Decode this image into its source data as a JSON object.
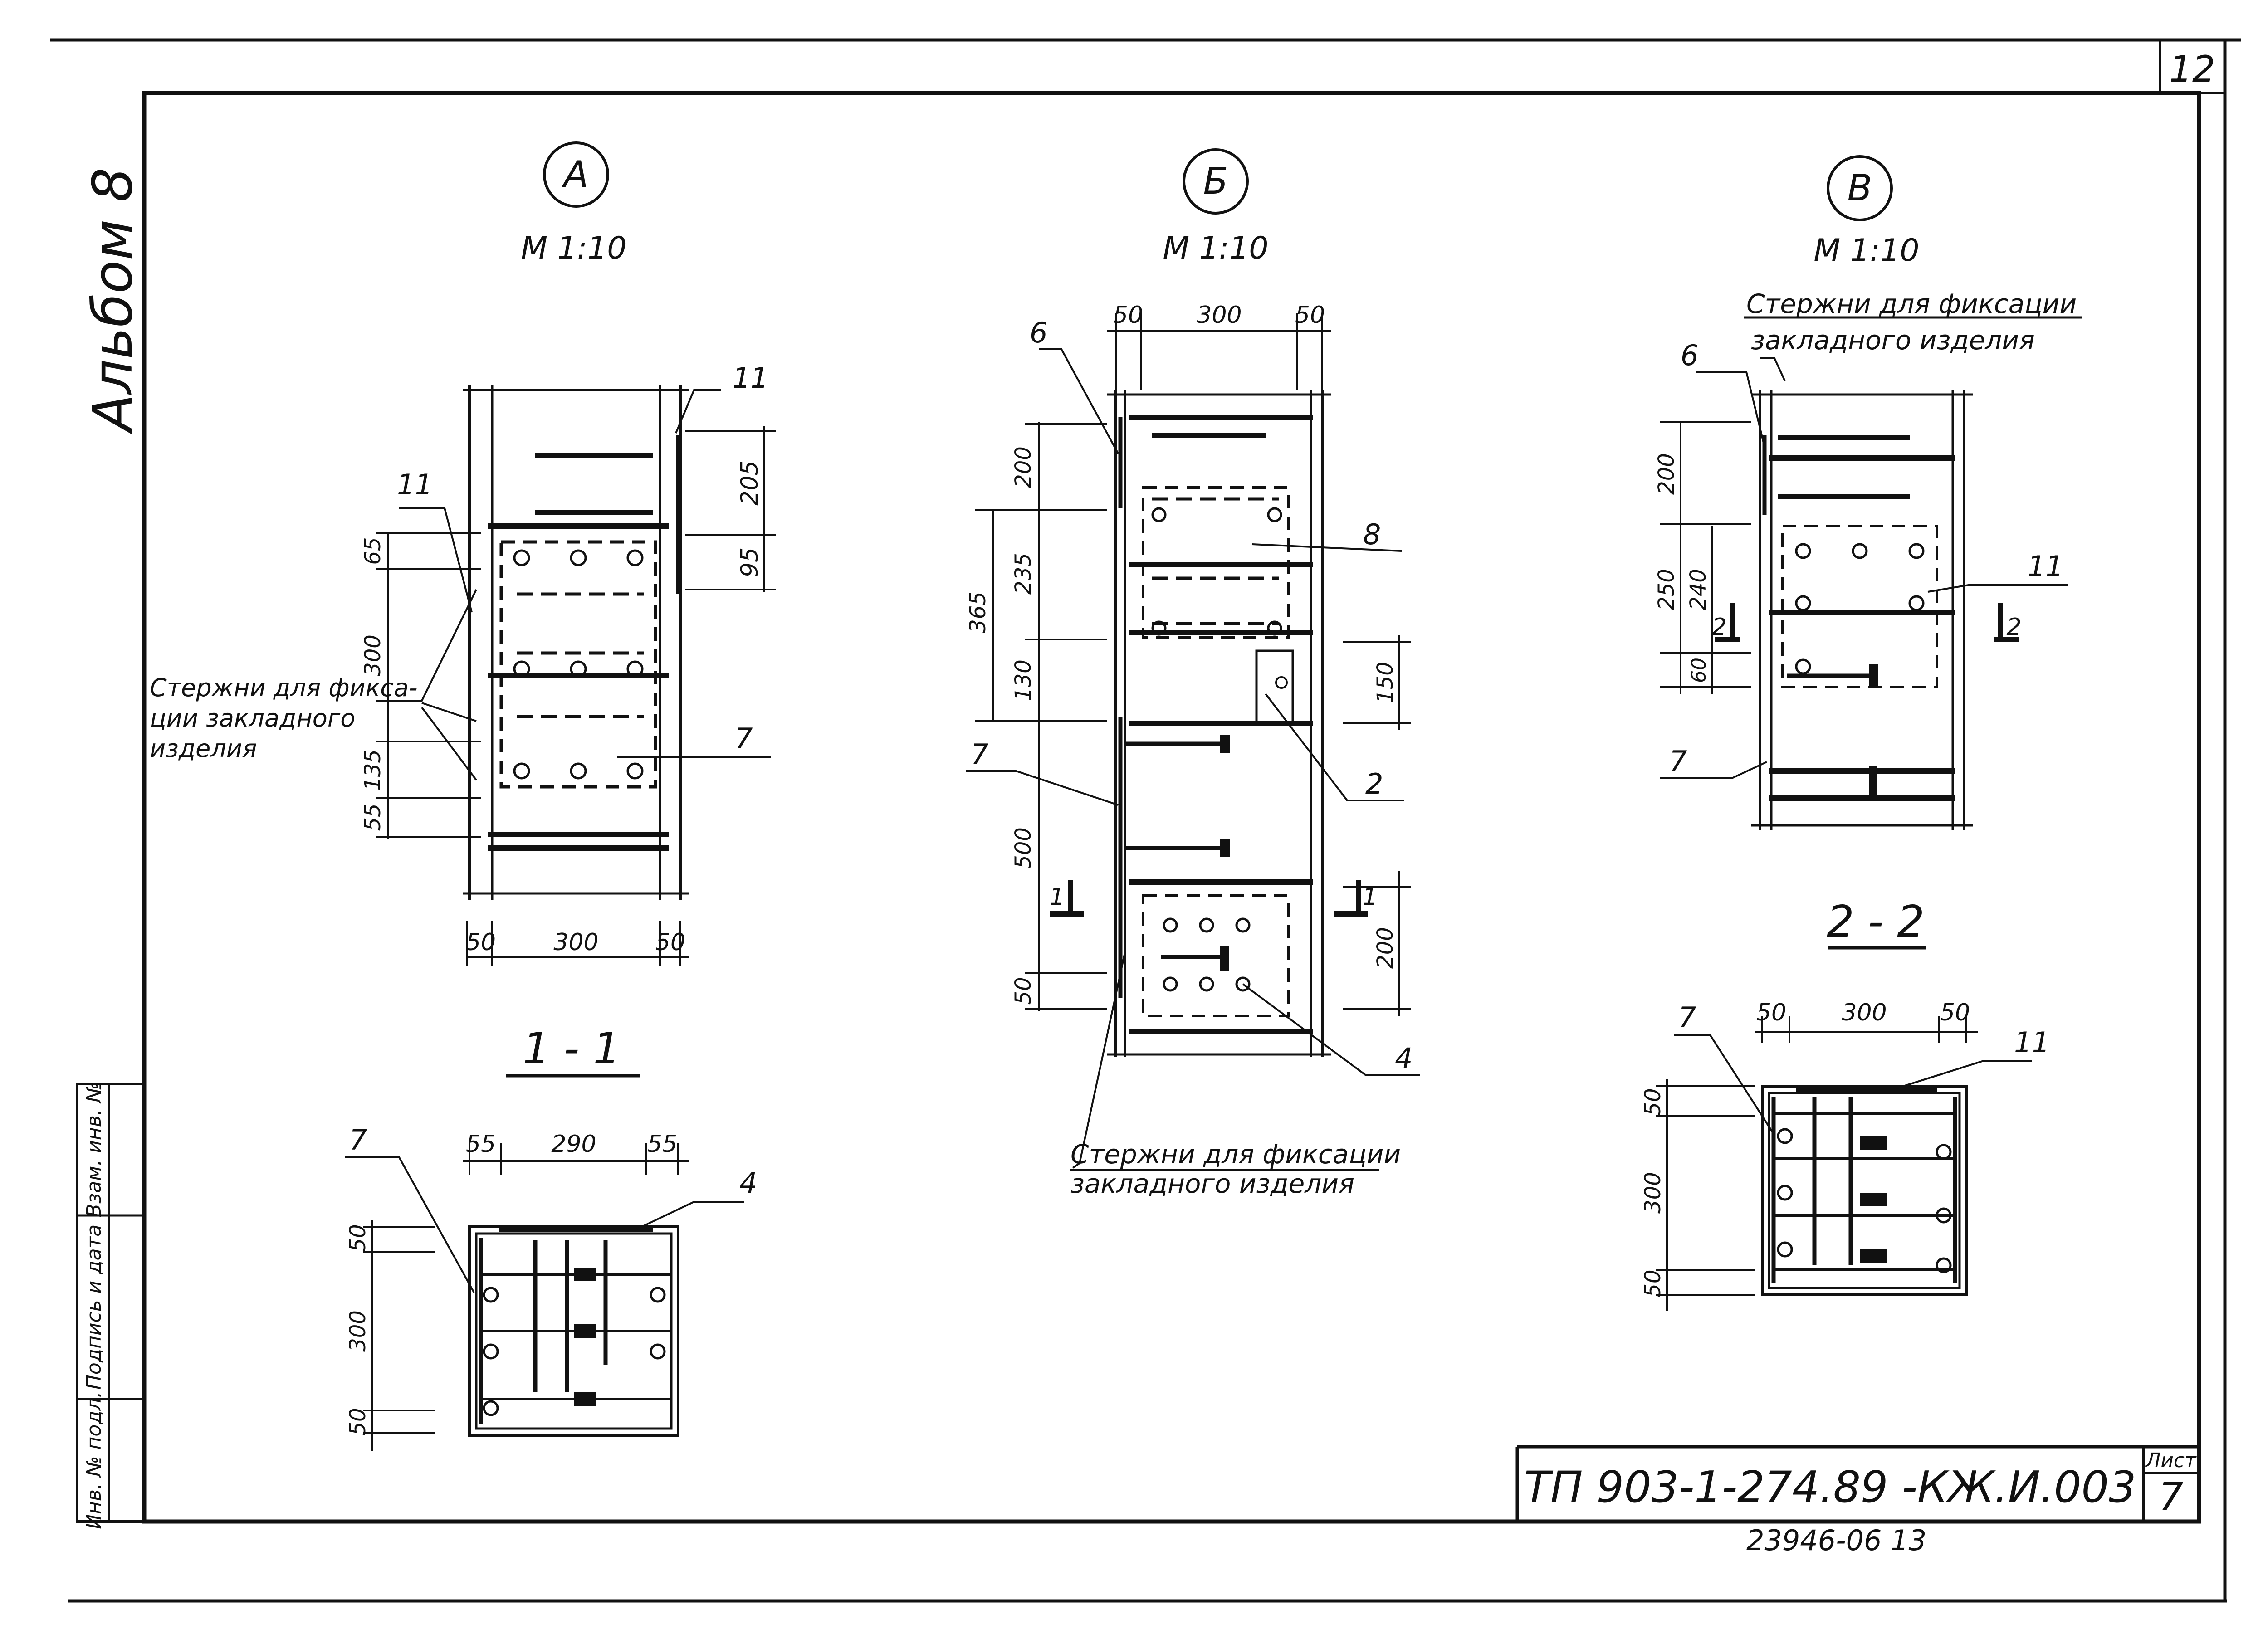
{
  "sheet": {
    "corner_number": "12",
    "album_label": "Альбом 8",
    "document_code": "ТП 903-1-274.89 -КЖ.И.003",
    "sheet_label": "Лист",
    "sheet_number": "7",
    "archive_number": "23946-06   13",
    "side_stamp": [
      "Инв. № подл.",
      "Подпись и дата",
      "Взам. инв. №"
    ]
  },
  "views": {
    "A": {
      "marker": "А",
      "scale": "М 1:10",
      "left_note": [
        "Стержни для фикса-",
        "ции закладного",
        "изделия"
      ],
      "top_dims": [
        "50",
        "300",
        "50"
      ],
      "right_dims": [
        "205",
        "95"
      ],
      "left_dims": [
        "65",
        "300",
        "135",
        "55"
      ],
      "leaders": [
        "11",
        "11",
        "7"
      ]
    },
    "B": {
      "marker": "Б",
      "scale": "М 1:10",
      "bottom_note": [
        "Стержни для фиксации",
        "закладного  изделия"
      ],
      "top_dims": [
        "50",
        "300",
        "50"
      ],
      "left_dims": [
        "200",
        "365",
        "235",
        "130",
        "500",
        "50"
      ],
      "right_dims": [
        "150",
        "200"
      ],
      "leaders": [
        "6",
        "8",
        "2",
        "7",
        "4"
      ],
      "cut_marks": [
        "1",
        "1"
      ]
    },
    "V": {
      "marker": "В",
      "scale": "М 1:10",
      "top_note": [
        "Стержни для фиксации",
        "закладного  изделия"
      ],
      "left_dims": [
        "200",
        "250",
        "240",
        "60"
      ],
      "leaders": [
        "6",
        "11",
        "7"
      ],
      "cut_marks": [
        "2",
        "2"
      ]
    }
  },
  "sections": {
    "s11": {
      "title": "1 - 1",
      "top_dims": [
        "55",
        "290",
        "55"
      ],
      "left_dims": [
        "50",
        "300",
        "50"
      ],
      "leaders": [
        "7",
        "4"
      ]
    },
    "s22": {
      "title": "2 - 2",
      "top_dims": [
        "50",
        "300",
        "50"
      ],
      "left_dims": [
        "50",
        "300",
        "50"
      ],
      "leaders": [
        "7",
        "11"
      ]
    }
  }
}
